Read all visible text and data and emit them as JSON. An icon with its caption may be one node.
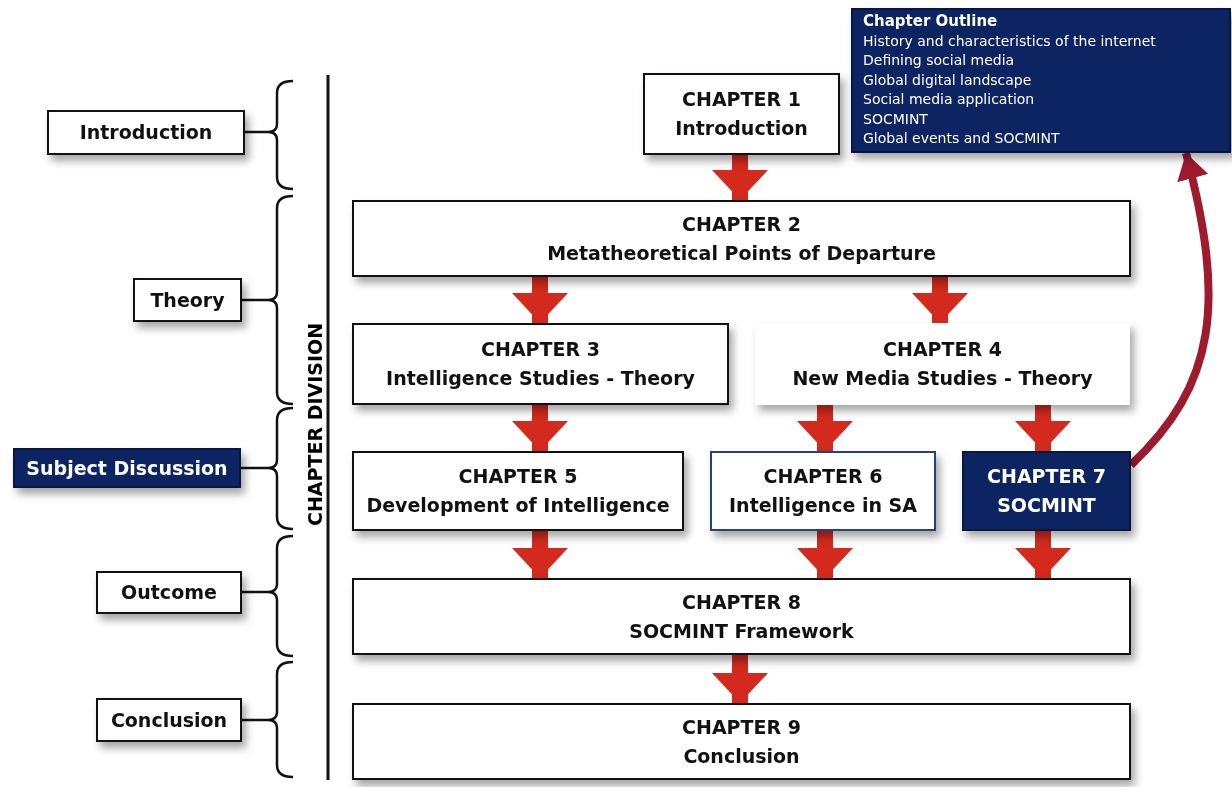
{
  "diagram": {
    "nodes": [
      {
        "text": [
          "Introduction"
        ]
      },
      {
        "text": [
          "Theory"
        ]
      },
      {
        "text": [
          "Subject Discussion"
        ]
      },
      {
        "text": [
          "Outcome"
        ]
      },
      {
        "text": [
          "Conclusion"
        ]
      },
      {
        "text": [
          "Chapter Outline",
          "History and characteristics of the internet",
          "Defining social media",
          "Global digital landscape",
          "Social media application",
          "SOCMINT",
          "Global events and SOCMINT"
        ]
      },
      {
        "text": [
          "CHAPTER 1",
          "Introduction"
        ]
      },
      {
        "text": [
          "CHAPTER 2",
          "Metatheoretical Points of Departure"
        ]
      },
      {
        "text": [
          "CHAPTER 3",
          "Intelligence Studies - Theory"
        ]
      },
      {
        "text": [
          "CHAPTER 4",
          "New Media Studies - Theory"
        ]
      },
      {
        "text": [
          "CHAPTER 5",
          "Development of Intelligence"
        ]
      },
      {
        "text": [
          "CHAPTER 6",
          "Intelligence in SA"
        ]
      },
      {
        "text": [
          "CHAPTER 7",
          "SOCMINT"
        ]
      },
      {
        "text": [
          "CHAPTER 8",
          "SOCMINT Framework"
        ]
      },
      {
        "text": [
          "CHAPTER 9",
          "Conclusion"
        ]
      }
    ],
    "edges": [
      {
        "from": 6,
        "to": 7,
        "arrow": "to"
      },
      {
        "from": 7,
        "to": 8,
        "arrow": "to"
      },
      {
        "from": 7,
        "to": 9,
        "arrow": "to"
      },
      {
        "from": 8,
        "to": 10,
        "arrow": "to"
      },
      {
        "from": 9,
        "to": 11,
        "arrow": "to"
      },
      {
        "from": 9,
        "to": 12,
        "arrow": "to"
      },
      {
        "from": 10,
        "to": 13,
        "arrow": "to"
      },
      {
        "from": 11,
        "to": 13,
        "arrow": "to"
      },
      {
        "from": 12,
        "to": 13,
        "arrow": "to"
      },
      {
        "from": 13,
        "to": 14,
        "arrow": "to"
      },
      {
        "from": 12,
        "to": 5,
        "arrow": "to",
        "color": "#9e1b2e"
      }
    ],
    "labels": [
      "CHAPTER DIVISION"
    ]
  }
}
